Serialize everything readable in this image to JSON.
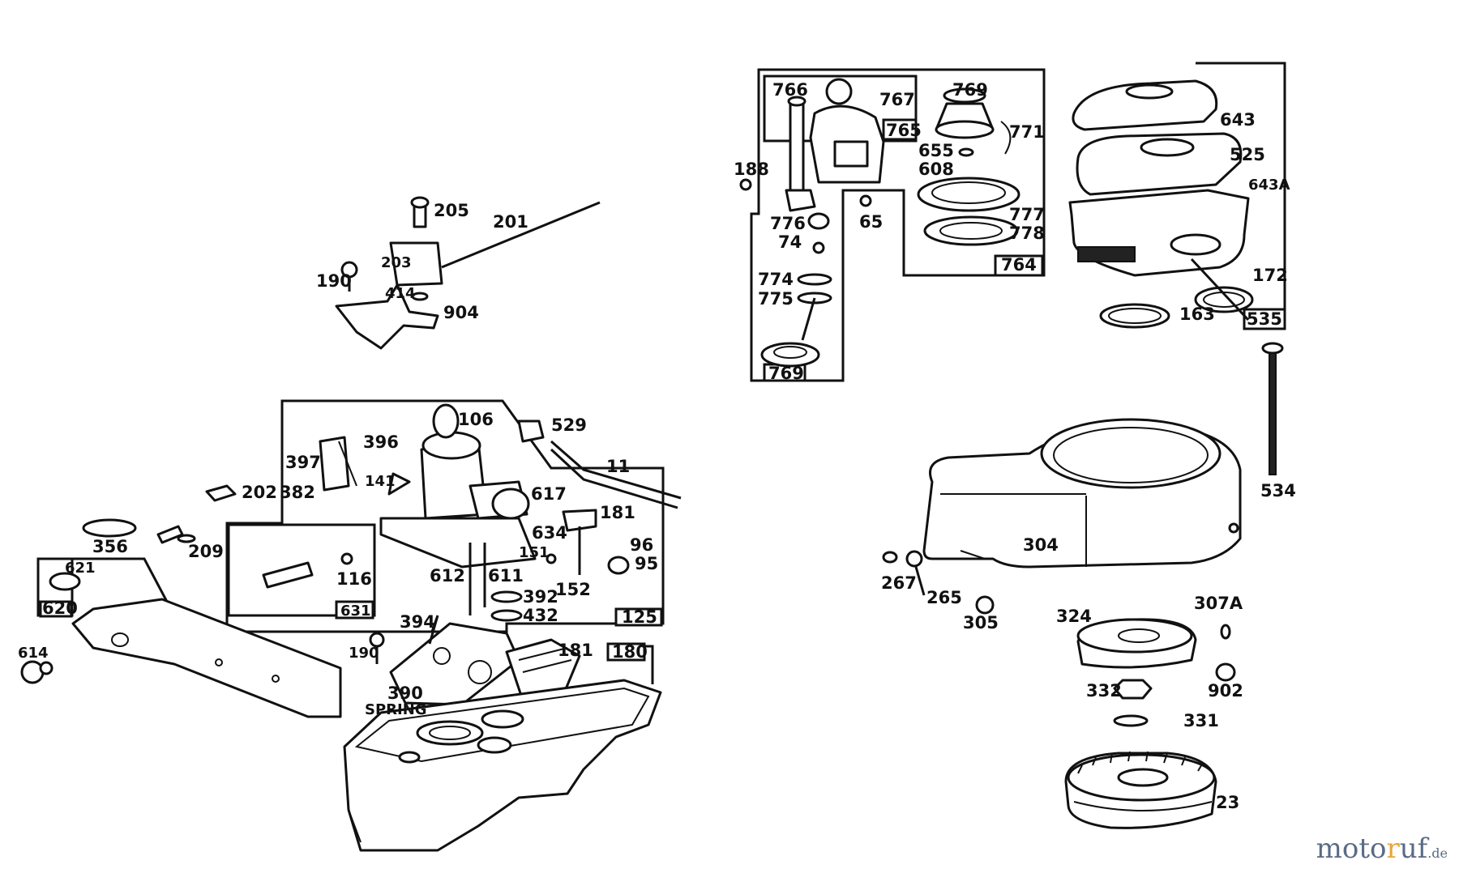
{
  "labels": {
    "l205": "205",
    "l201": "201",
    "l203": "203",
    "l190a": "190",
    "l414": "414",
    "l904": "904",
    "l766": "766",
    "l767": "767",
    "l769": "769",
    "l765": "765",
    "l771": "771",
    "l655": "655",
    "l608": "608",
    "l188": "188",
    "l776": "776",
    "l74": "74",
    "l65": "65",
    "l777": "777",
    "l778": "778",
    "l764": "764",
    "l774": "774",
    "l775": "775",
    "l769b": "769",
    "l643": "643",
    "l525": "525",
    "l643A": "643A",
    "l172": "172",
    "l163": "163",
    "l535": "535",
    "l534": "534",
    "l106": "106",
    "l529": "529",
    "l396": "396",
    "l397": "397",
    "l382": "382",
    "l141": "141",
    "l11": "11",
    "l617": "617",
    "l181a": "181",
    "l634": "634",
    "l96": "96",
    "l95": "95",
    "l151": "151",
    "l152": "152",
    "l116": "116",
    "l631": "631",
    "l612": "612",
    "l611": "611",
    "l392": "392",
    "l432": "432",
    "l125": "125",
    "l202": "202",
    "l356": "356",
    "l209": "209",
    "l621": "621",
    "l620": "620",
    "l614": "614",
    "l394": "394",
    "l190b": "190",
    "l390": "390",
    "l spring": "SPRING",
    "l181b": "181",
    "l180": "180",
    "l304": "304",
    "l267": "267",
    "l265": "265",
    "l305": "305",
    "l324": "324",
    "l307A": "307A",
    "l902": "902",
    "l332": "332",
    "l331": "331",
    "l23": "23"
  },
  "watermark": {
    "brand_a": "moto",
    "brand_b": "r",
    "brand_c": "uf",
    "tld": ".de"
  }
}
